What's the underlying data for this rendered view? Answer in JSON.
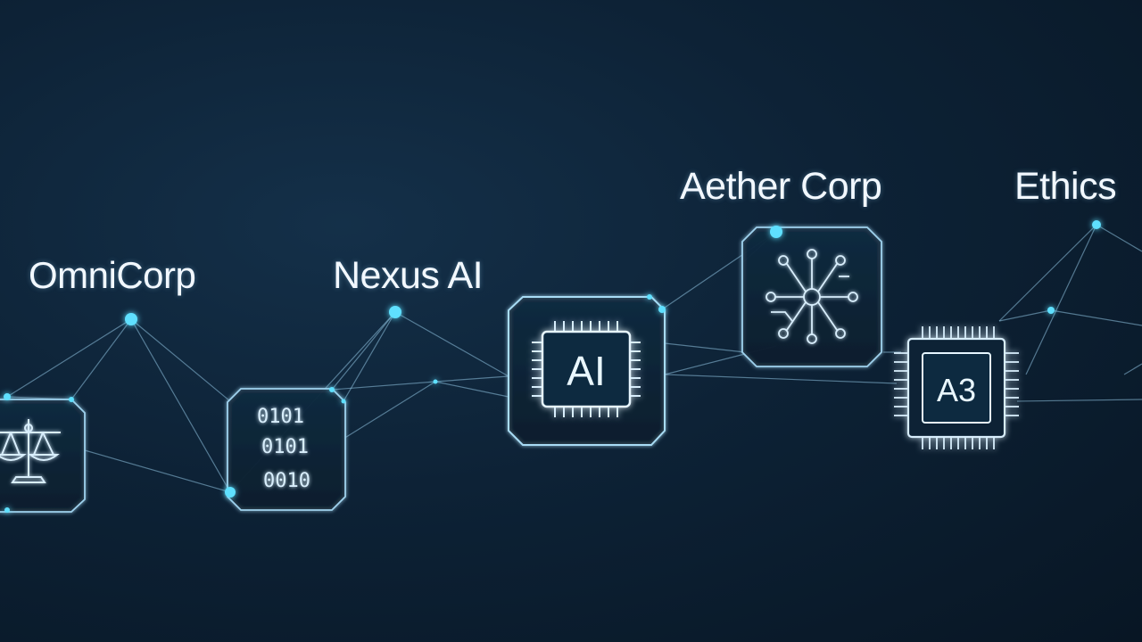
{
  "labels": {
    "omnicorp": "OmniCorp",
    "nexus": "Nexus AI",
    "aether": "Aether Corp",
    "ethics": "Ethics"
  },
  "chips": {
    "main": "AI",
    "small": "A3"
  },
  "binary_panel": {
    "rows": [
      "0101",
      "0101",
      "0010"
    ]
  },
  "icons": {
    "scales": "scales-of-justice-icon",
    "binary": "binary-data-icon",
    "ai_chip": "ai-chip-icon",
    "neural": "neural-network-icon",
    "small_chip": "chip-icon"
  },
  "colors": {
    "accent": "#4fd8ff",
    "node": "#5ee0ff",
    "line": "#7fb6d6",
    "text": "#f2f8ff"
  }
}
